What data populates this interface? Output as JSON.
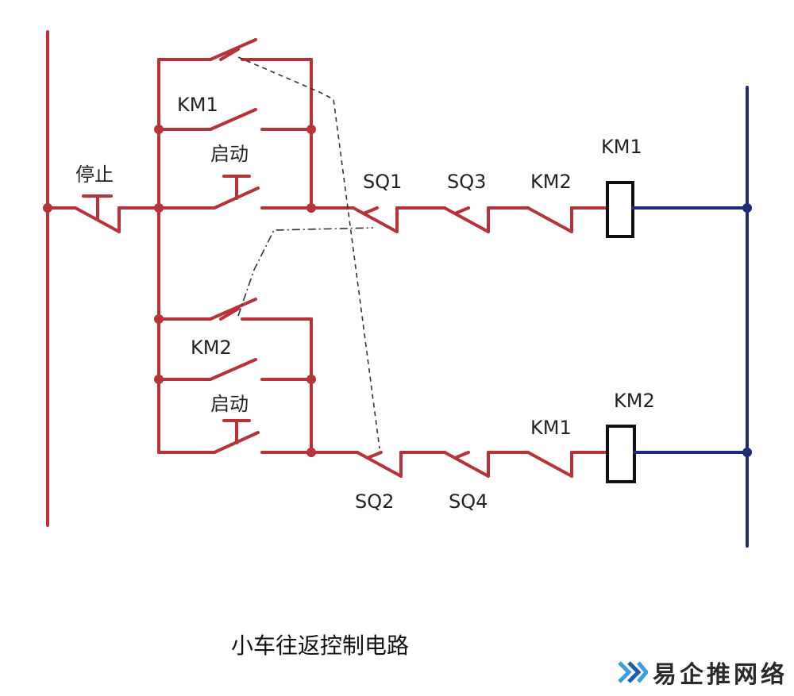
{
  "labels": {
    "stop": "停止",
    "start1": "启动",
    "start2": "启动",
    "km1_seal": "KM1",
    "km2_seal": "KM2",
    "sq1": "SQ1",
    "sq3": "SQ3",
    "km2_interlock": "KM2",
    "km1_coil": "KM1",
    "sq2": "SQ2",
    "sq4": "SQ4",
    "km1_interlock": "KM1",
    "km2_coil": "KM2"
  },
  "caption": "小车往返控制电路",
  "watermark": {
    "text": "易企推网络"
  },
  "colors": {
    "wire": "#b8323a",
    "neutral": "#1f2a78",
    "coil": "#111111"
  }
}
